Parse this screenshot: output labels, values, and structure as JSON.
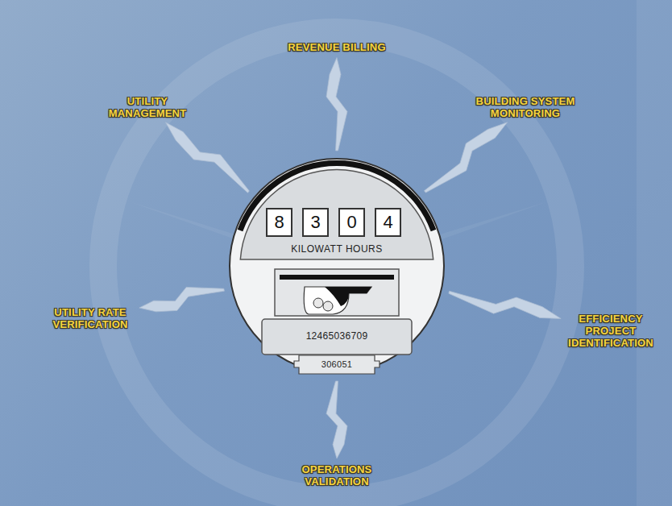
{
  "diagram": {
    "nodes": [
      {
        "text": [
          "REVENUE BILLING"
        ]
      },
      {
        "text": [
          "UTILITY MANAGEMENT"
        ]
      },
      {
        "text": [
          "BUILDING SYSTEM MONITORING"
        ]
      },
      {
        "text": [
          "KILOWATT HOURS",
          "12465036709",
          "306051"
        ]
      },
      {
        "text": [
          "8"
        ],
        "in": 3
      },
      {
        "text": [
          "3"
        ],
        "in": 3
      },
      {
        "text": [
          "0"
        ],
        "in": 3
      },
      {
        "text": [
          "4"
        ],
        "in": 3
      },
      {
        "text": [
          "UTILITY RATE VERIFICATION"
        ]
      },
      {
        "text": [
          "EFFICIENCY PROJECT IDENTIFICATION"
        ]
      },
      {
        "text": [
          "OPERATIONS VALIDATION"
        ]
      }
    ],
    "edges": [
      {
        "from": 3,
        "to": 0,
        "arrow": "to"
      },
      {
        "from": 3,
        "to": 1,
        "arrow": "to"
      },
      {
        "from": 3,
        "to": 2,
        "arrow": "to"
      },
      {
        "from": 3,
        "to": 8,
        "arrow": "to"
      },
      {
        "from": 3,
        "to": 9,
        "arrow": "to"
      },
      {
        "from": 3,
        "to": 10,
        "arrow": "to"
      }
    ]
  }
}
